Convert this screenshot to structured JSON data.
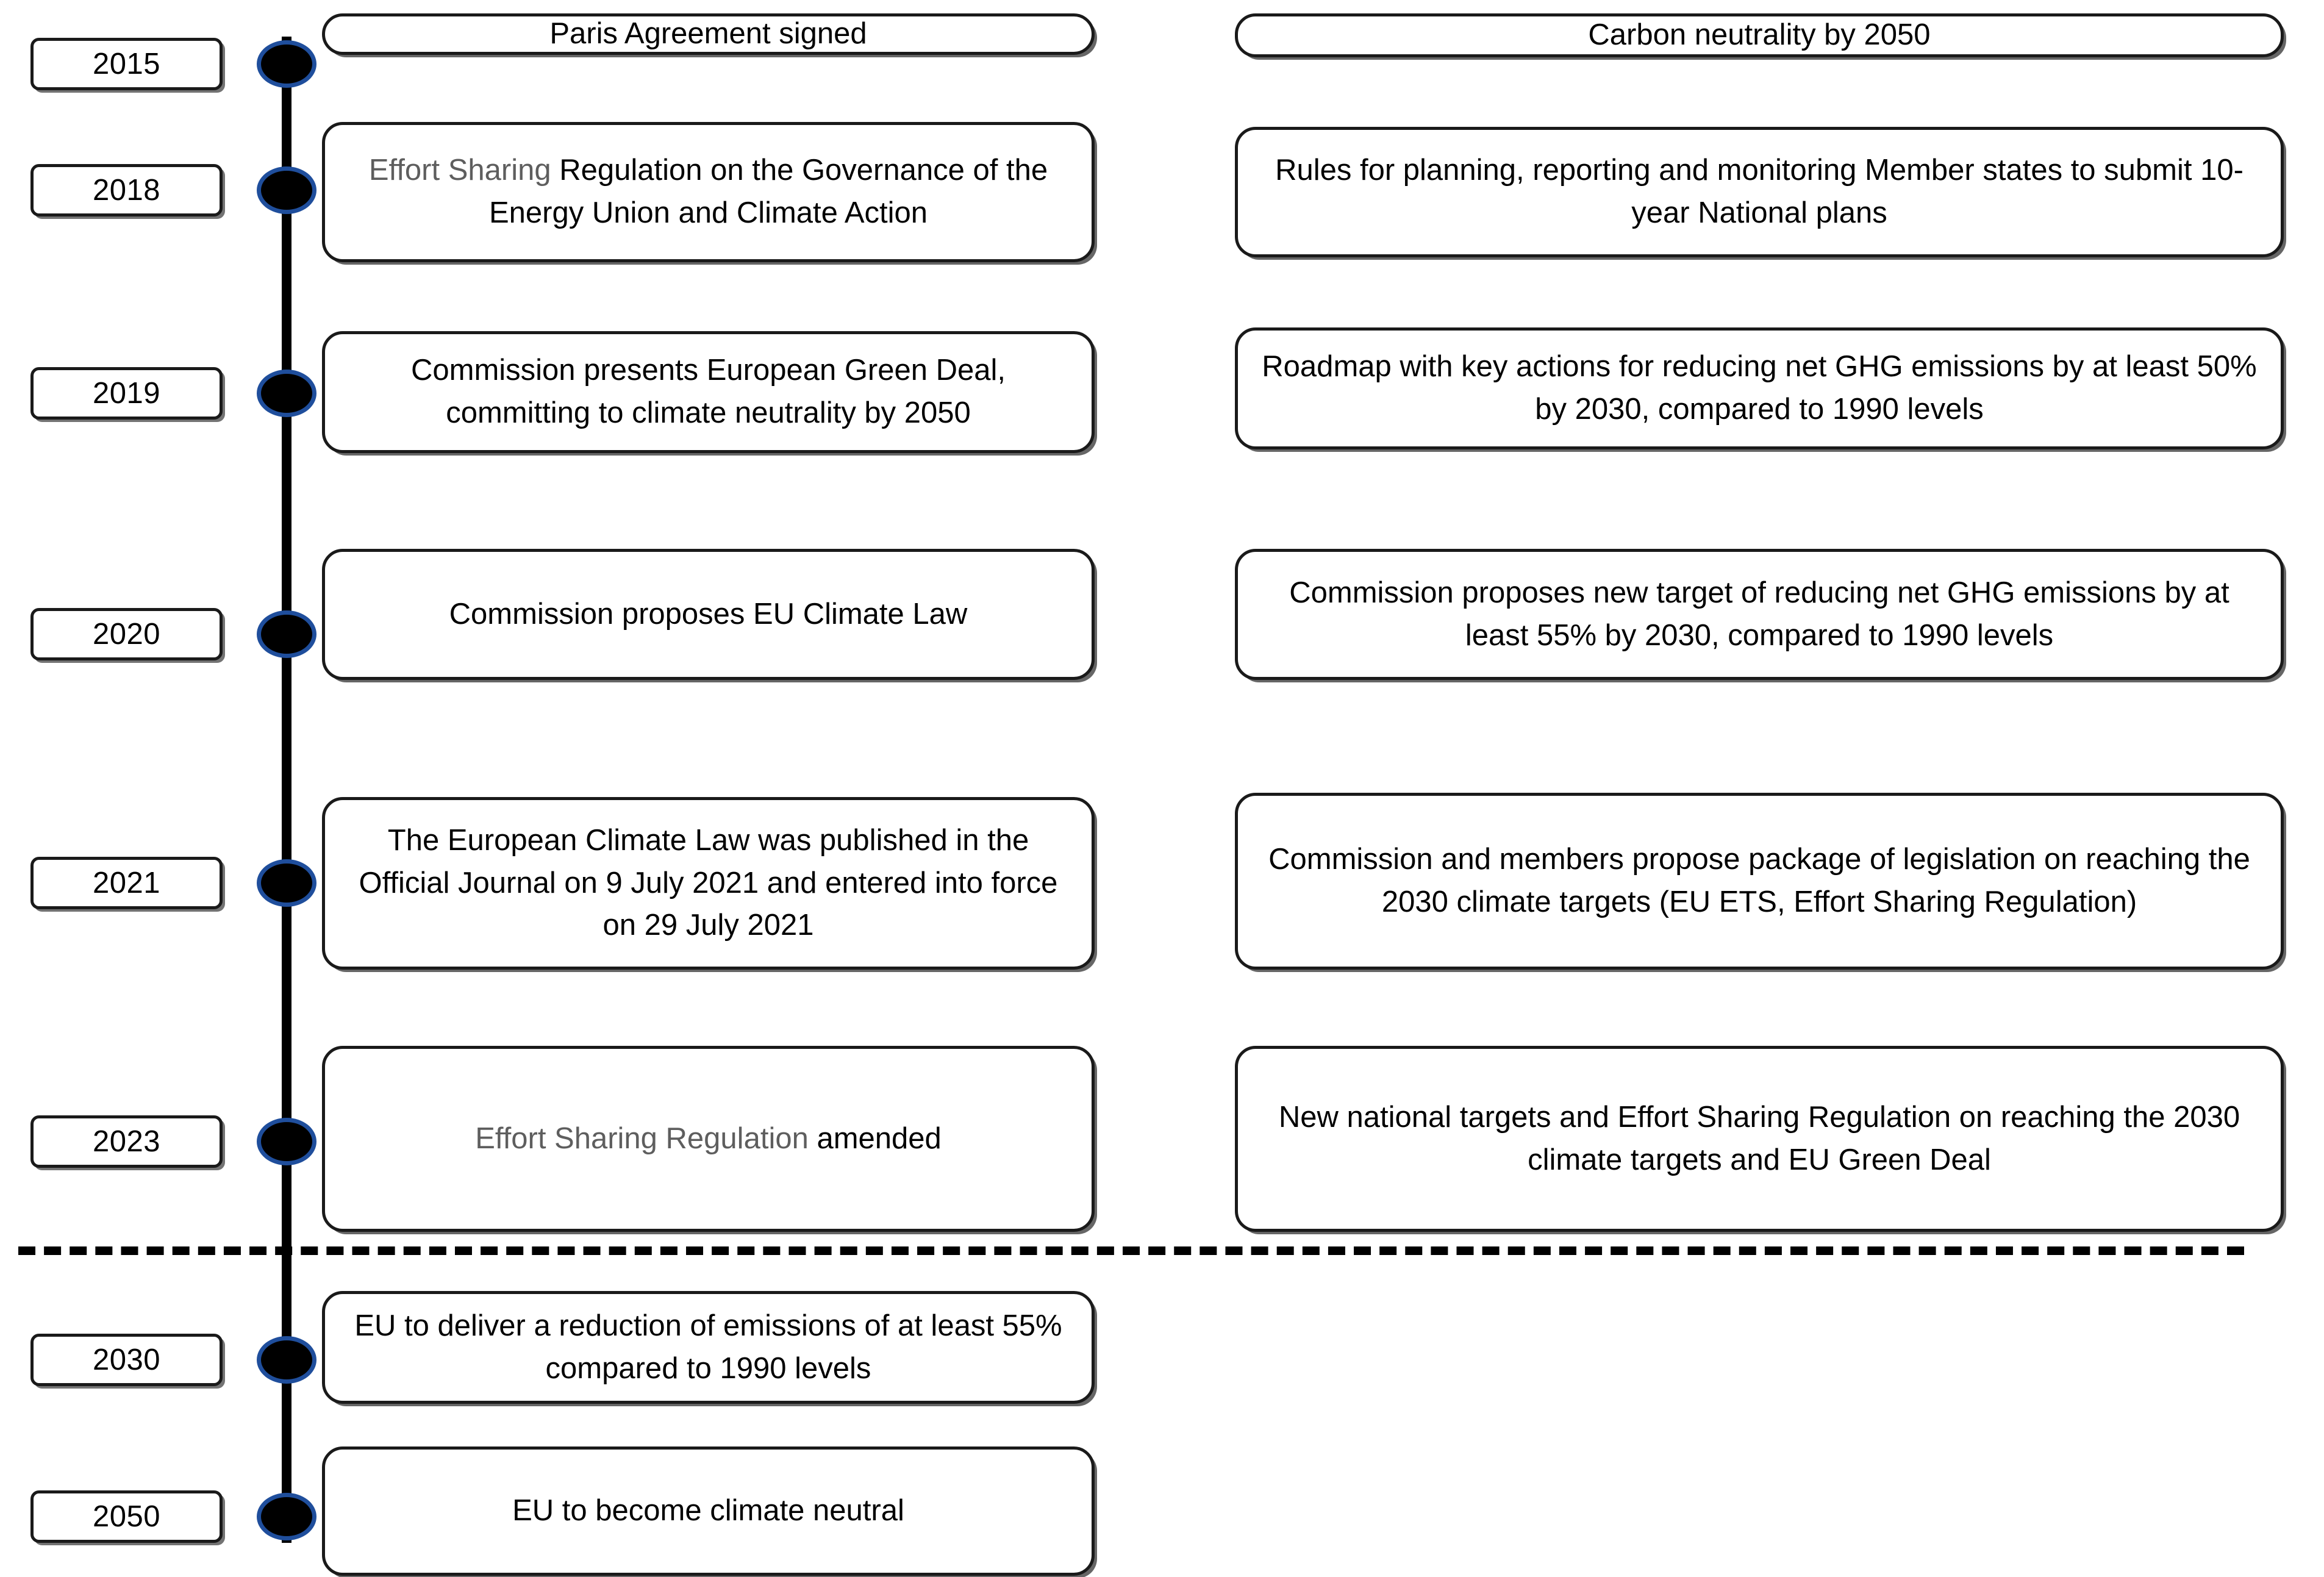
{
  "diagram": {
    "title": "EU climate policy timeline",
    "colors": {
      "dot_fill": "#000000",
      "dot_ring": "#1F4E9C",
      "border": "#1a1a1a",
      "text": "#000000",
      "muted_text": "#5e5e5e",
      "background": "#ffffff"
    },
    "separator": {
      "name": "past-future-divider",
      "style": "dashed"
    }
  },
  "rows": [
    {
      "year": "2015",
      "milestone": "Paris Agreement signed",
      "milestone_muted_prefix": "",
      "detail": "Carbon neutrality by 2050"
    },
    {
      "year": "2018",
      "milestone": "Regulation on the Governance of the Energy Union and Climate Action",
      "milestone_muted_prefix": "Effort Sharing ",
      "detail": "Rules for planning, reporting and monitoring Member states to submit 10-year National plans"
    },
    {
      "year": "2019",
      "milestone": "Commission presents European Green Deal, committing to climate neutrality by 2050",
      "milestone_muted_prefix": "",
      "detail": "Roadmap with key actions for reducing net GHG emissions by at least 50% by 2030, compared to 1990 levels"
    },
    {
      "year": "2020",
      "milestone": "Commission proposes EU Climate Law",
      "milestone_muted_prefix": "",
      "detail": "Commission proposes new target of reducing net GHG emissions by at least 55% by 2030, compared to 1990 levels"
    },
    {
      "year": "2021",
      "milestone": "The European Climate Law was published in the Official Journal on 9 July 2021 and entered into force on 29 July 2021",
      "milestone_muted_prefix": "",
      "detail": "Commission and members propose package of legislation on reaching the 2030 climate targets (EU ETS, Effort Sharing Regulation)"
    },
    {
      "year": "2023",
      "milestone": "amended",
      "milestone_muted_prefix": "Effort Sharing Regulation ",
      "detail": "New national targets and Effort Sharing Regulation on reaching the 2030 climate targets and EU Green Deal"
    },
    {
      "year": "2030",
      "milestone": "EU to deliver a reduction of emissions of at least 55% compared to 1990 levels",
      "milestone_muted_prefix": "",
      "detail": ""
    },
    {
      "year": "2050",
      "milestone": "EU to become climate neutral",
      "milestone_muted_prefix": "",
      "detail": ""
    }
  ]
}
